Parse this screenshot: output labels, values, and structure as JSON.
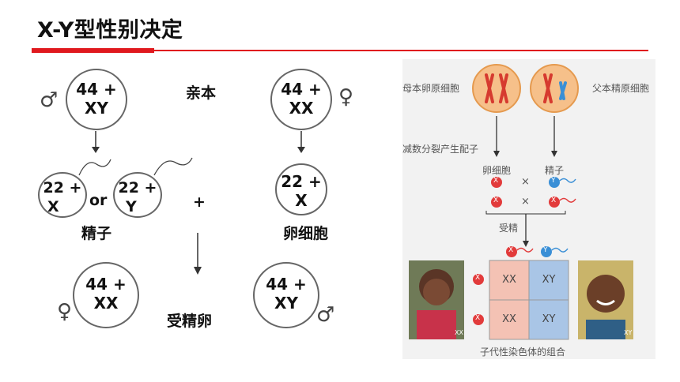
{
  "title": "X-Y型性别决定",
  "left": {
    "parent_label": "亲本",
    "male_parent": {
      "line1": "44 +",
      "line2": "XY",
      "symbol": "♂"
    },
    "female_parent": {
      "line1": "44 +",
      "line2": "XX",
      "symbol": "♀"
    },
    "sperm1": {
      "line1": "22 +",
      "line2": "X"
    },
    "sperm_or": "or",
    "sperm2": {
      "line1": "22 +",
      "line2": "Y"
    },
    "plus": "+",
    "sperm_label": "精子",
    "egg": {
      "line1": "22 +",
      "line2": "X"
    },
    "egg_label": "卵细胞",
    "zygote_female": {
      "line1": "44 +",
      "line2": "XX",
      "symbol": "♀"
    },
    "zygote_label": "受精卵",
    "zygote_male": {
      "line1": "44 +",
      "line2": "XY",
      "symbol": "♂"
    }
  },
  "right": {
    "mother_label": "母本卵原细胞",
    "father_label": "父本精原细胞",
    "meiosis_label": "减数分裂产生配子",
    "egg_label": "卵细胞",
    "sperm_label": "精子",
    "x": "X",
    "y": "Y",
    "times": "×",
    "fertilization_label": "受精",
    "cells": [
      "XX",
      "XY",
      "XX",
      "XY"
    ],
    "photo_girl_tag": "XX",
    "photo_boy_tag": "XY",
    "caption": "子代性染色体的组合"
  },
  "colors": {
    "accent": "#e0191e",
    "egg": "#e23b3b",
    "sperm_blue": "#3a8fd6",
    "pink": "#f4c2b4",
    "blue": "#a9c5e6"
  }
}
